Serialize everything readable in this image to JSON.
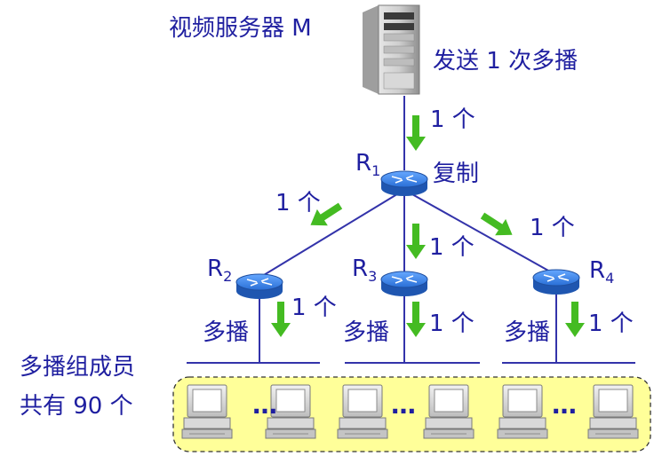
{
  "server": {
    "label": "视频服务器 M",
    "send_label": "发送 1 次多播"
  },
  "routers": {
    "r1": {
      "name": "R",
      "sub": "1",
      "action": "复制"
    },
    "r2": {
      "name": "R",
      "sub": "2"
    },
    "r3": {
      "name": "R",
      "sub": "3"
    },
    "r4": {
      "name": "R",
      "sub": "4"
    }
  },
  "count_label": "1 个",
  "multicast_label": "多播",
  "group": {
    "line1": "多播组成员",
    "line2": "共有 90 个"
  },
  "ellipsis": "…",
  "colors": {
    "text": "#1f1fa0",
    "link": "#3333aa",
    "arrow": "#44bb22",
    "group_fill": "#ffff99"
  }
}
